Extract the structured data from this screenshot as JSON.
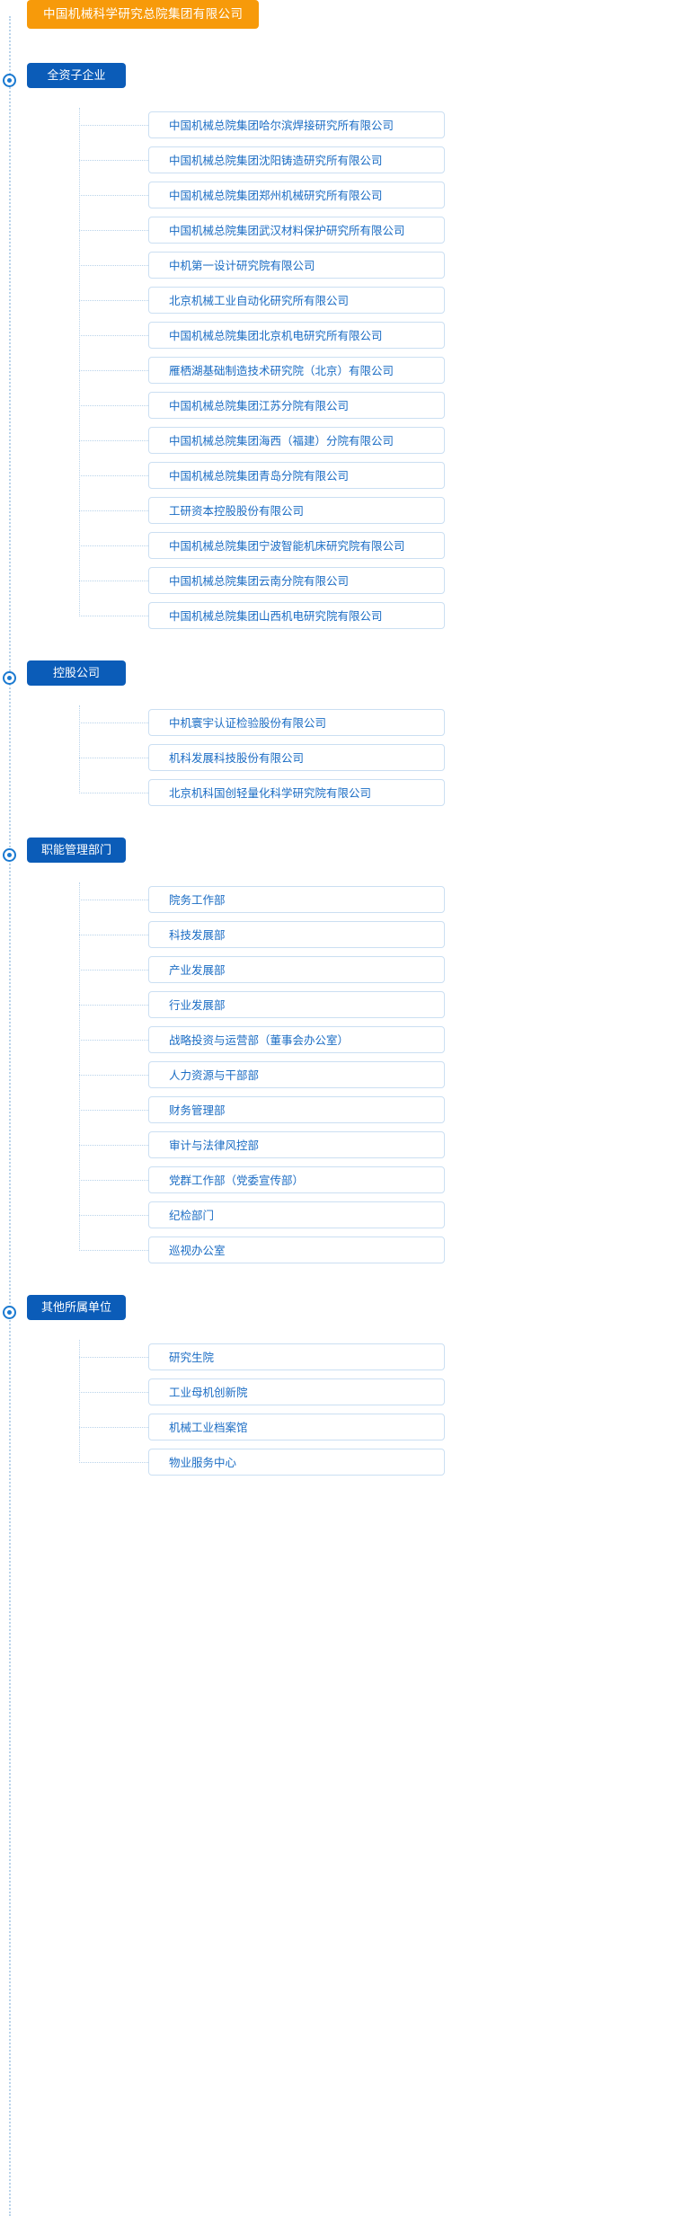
{
  "colors": {
    "root_bg": "#f79a0a",
    "category_bg": "#0b5cb8",
    "item_text": "#1a6cc4",
    "item_border": "#cbdff2",
    "connector": "#b9d3ea",
    "marker": "#1b7ad1"
  },
  "root": {
    "label": "中国机械科学研究总院集团有限公司"
  },
  "categories": [
    {
      "label": "全资子企业",
      "items": [
        "中国机械总院集团哈尔滨焊接研究所有限公司",
        "中国机械总院集团沈阳铸造研究所有限公司",
        "中国机械总院集团郑州机械研究所有限公司",
        "中国机械总院集团武汉材料保护研究所有限公司",
        "中机第一设计研究院有限公司",
        "北京机械工业自动化研究所有限公司",
        "中国机械总院集团北京机电研究所有限公司",
        "雁栖湖基础制造技术研究院（北京）有限公司",
        "中国机械总院集团江苏分院有限公司",
        "中国机械总院集团海西（福建）分院有限公司",
        "中国机械总院集团青岛分院有限公司",
        "工研资本控股股份有限公司",
        "中国机械总院集团宁波智能机床研究院有限公司",
        "中国机械总院集团云南分院有限公司",
        "中国机械总院集团山西机电研究院有限公司"
      ]
    },
    {
      "label": "控股公司",
      "items": [
        "中机寰宇认证检验股份有限公司",
        "机科发展科技股份有限公司",
        "北京机科国创轻量化科学研究院有限公司"
      ]
    },
    {
      "label": "职能管理部门",
      "items": [
        "院务工作部",
        "科技发展部",
        "产业发展部",
        "行业发展部",
        "战略投资与运营部（董事会办公室）",
        "人力资源与干部部",
        "财务管理部",
        "审计与法律风控部",
        "党群工作部（党委宣传部）",
        "纪检部门",
        "巡视办公室"
      ]
    },
    {
      "label": "其他所属单位",
      "items": [
        "研究生院",
        "工业母机创新院",
        "机械工业档案馆",
        "物业服务中心"
      ]
    }
  ]
}
